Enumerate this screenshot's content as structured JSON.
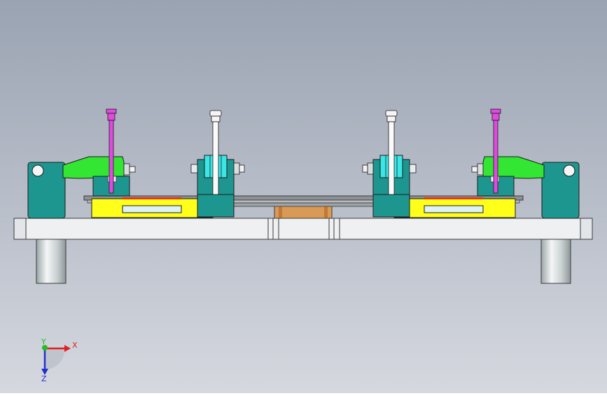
{
  "view": {
    "background_top": "#9aa3b2",
    "background_bottom": "#d5d8df"
  },
  "palette": {
    "teal": "#1e9690",
    "green": "#33e633",
    "magenta": "#e04ae0",
    "cyan": "#3be6e6",
    "yellow": "#ffff1a",
    "red": "#e23a2a",
    "plate": "#eef0f2",
    "brown": "#d89a55",
    "steel": "#c8cccf"
  },
  "triad": {
    "x_label": "X",
    "y_label": "Y",
    "z_label": "Z",
    "x_color": "#e02020",
    "y_color": "#20c020",
    "z_color": "#2030d0",
    "x_icon": "arrow-right",
    "y_icon": "dot",
    "z_icon": "arrow-down"
  }
}
